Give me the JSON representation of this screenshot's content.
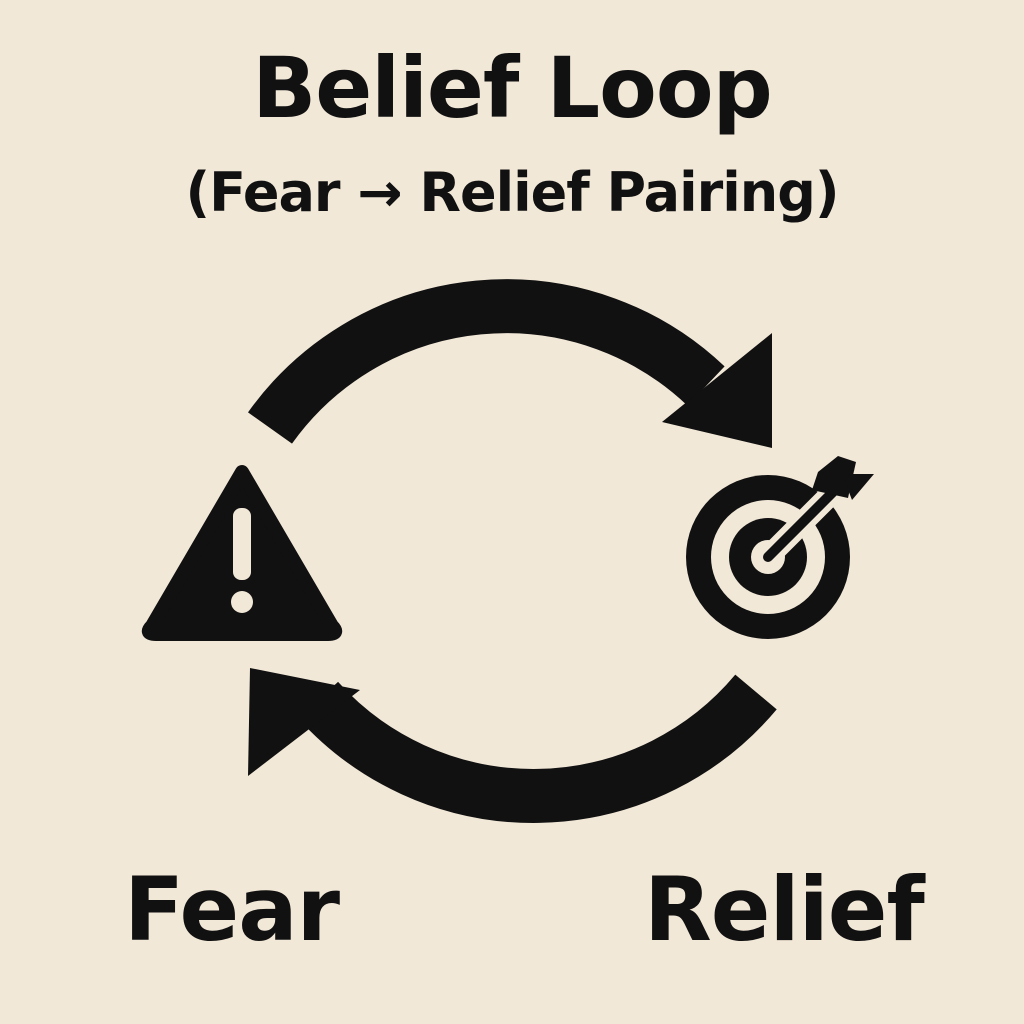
{
  "title": "Belief Loop",
  "subtitle": "(Fear → Relief Pairing)",
  "nodes": [
    {
      "label": "Fear",
      "icon": "warning-triangle-icon"
    },
    {
      "label": "Relief",
      "icon": "target-arrow-icon"
    }
  ],
  "arrows": [
    {
      "from": "Fear",
      "to": "Relief",
      "direction": "clockwise-top"
    },
    {
      "from": "Relief",
      "to": "Fear",
      "direction": "clockwise-bottom"
    }
  ],
  "colors": {
    "background": "#f2e8d8",
    "foreground": "#111111"
  }
}
